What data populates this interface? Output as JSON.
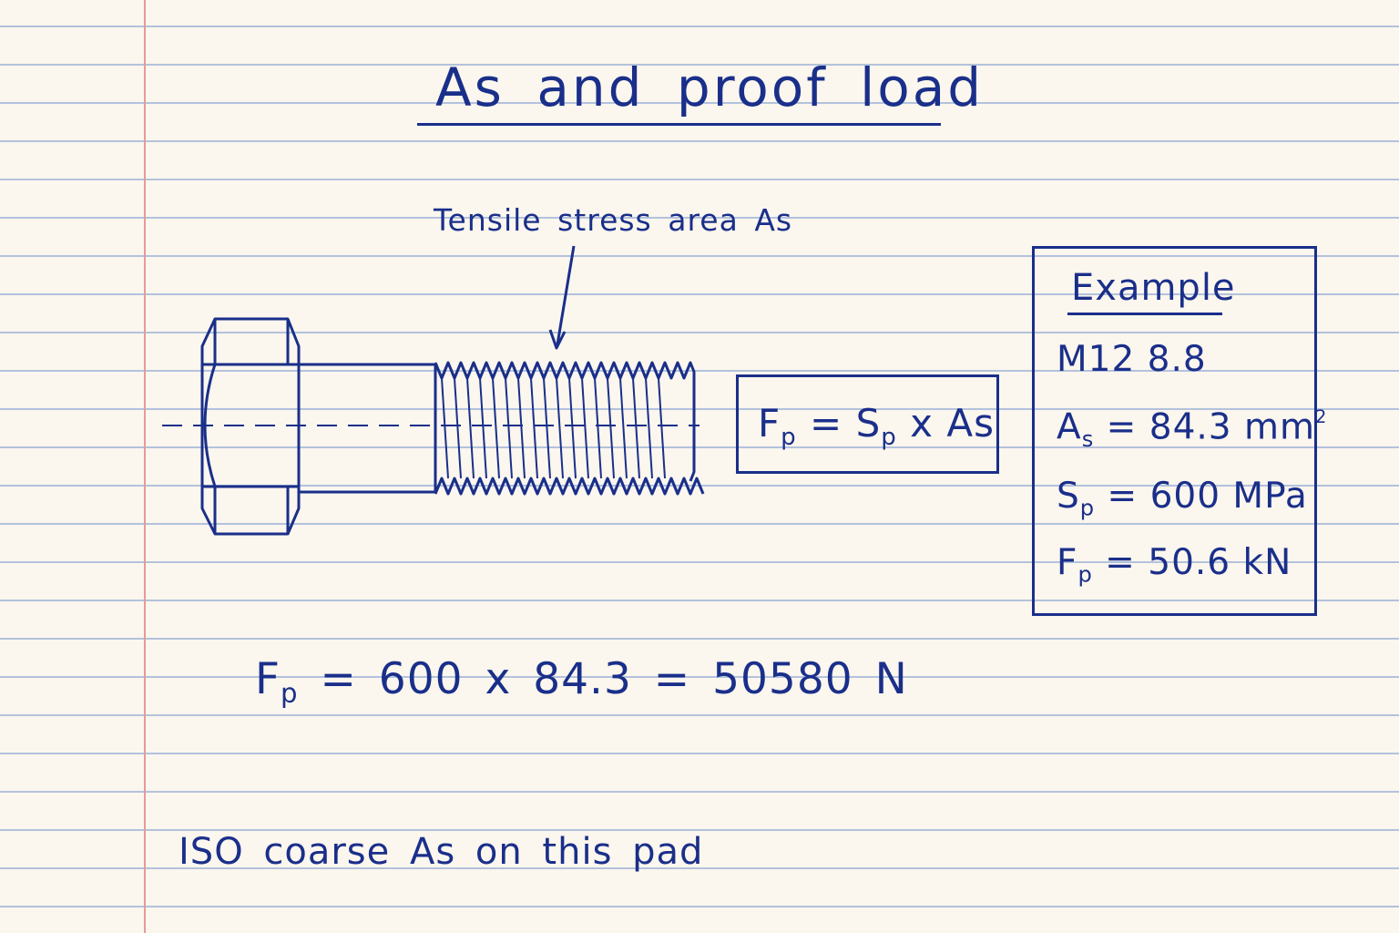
{
  "title": "As and proof load",
  "callout_label": "Tensile stress area As",
  "formula": {
    "lhs": "F",
    "lhs_sub": "p",
    "eq": " = ",
    "s": "S",
    "s_sub": "p",
    "rest": " x As"
  },
  "example": {
    "heading": "Example",
    "spec": "M12  8.8",
    "as_sym": "A",
    "as_sub": "s",
    "as_value": " = 84.3 mm",
    "as_sup": "2",
    "sp_sym": "S",
    "sp_sub": "p",
    "sp_value": " = 600 MPa",
    "fp_sym": "F",
    "fp_sub": "p",
    "fp_value": " = 50.6 kN"
  },
  "calculation": {
    "sym": "F",
    "sub": "p",
    "expr": " = 600 x 84.3  =  50580 N"
  },
  "footer": "ISO coarse As on this pad",
  "colors": {
    "ink": "#1a2f8a",
    "paper": "#fbf6ee",
    "rule": "#b3c2dc",
    "margin": "#e79a9a"
  }
}
